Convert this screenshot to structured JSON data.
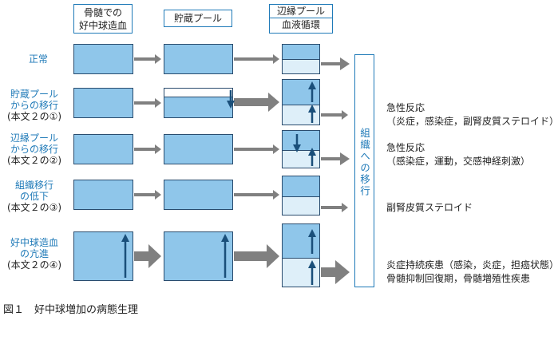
{
  "headers": {
    "marrow": [
      "骨髄での",
      "好中球造血"
    ],
    "storage": [
      "貯蔵プール"
    ],
    "marginal": [
      "辺縁プール",
      "血液循環"
    ]
  },
  "rows": [
    {
      "label": [
        "正常"
      ],
      "sub": ""
    },
    {
      "label": [
        "貯蔵プール",
        "からの移行"
      ],
      "sub": "(本文２の①)"
    },
    {
      "label": [
        "辺縁プール",
        "からの移行"
      ],
      "sub": "(本文２の②)"
    },
    {
      "label": [
        "組織移行",
        "の低下"
      ],
      "sub": "(本文２の③)"
    },
    {
      "label": [
        "好中球造血",
        "の亢進"
      ],
      "sub": "(本文２の④)"
    }
  ],
  "tissue_label": "組織への移行",
  "notes": [
    [
      "急性反応",
      "（炎症，感染症，副腎皮質ステロイド）"
    ],
    [
      "急性反応",
      "（感染症，運動，交感神経刺激）"
    ],
    [
      "副腎皮質ステロイド"
    ],
    [
      "炎症持続疾患（感染，炎症，担癌状態）",
      "骨髄抑制回復期，骨髄増殖性疾患"
    ]
  ],
  "caption": "図１　好中球増加の病態生理",
  "colors": {
    "accent": "#1f7ab8",
    "box_fill": "#8fc6ea",
    "light_fill": "#deeff9",
    "arrow_gray": "#808080",
    "dark_arrow": "#1a4f7a"
  }
}
